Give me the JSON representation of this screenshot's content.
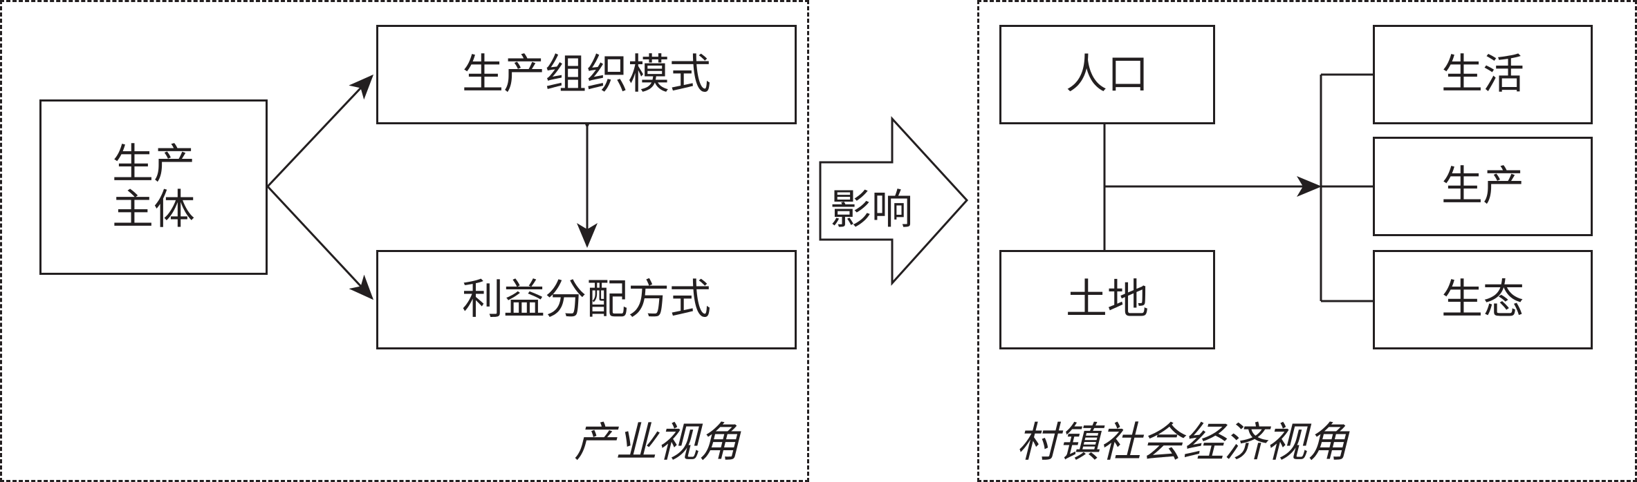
{
  "left_panel": {
    "caption": "产业视角",
    "subject_box": "生产\n主体",
    "top_box": "生产组织模式",
    "bottom_box": "利益分配方式"
  },
  "middle_arrow": {
    "label": "影响"
  },
  "right_panel": {
    "caption": "村镇社会经济视角",
    "population_box": "人口",
    "land_box": "土地",
    "life_box": "生活",
    "production_box": "生产",
    "ecology_box": "生态"
  }
}
